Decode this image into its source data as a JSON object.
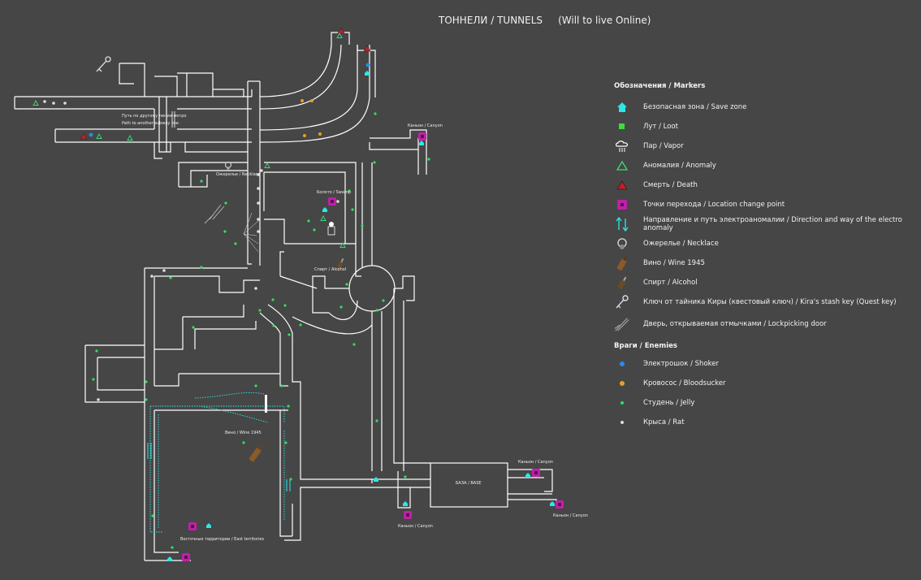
{
  "title": "ТОННЕЛИ / TUNNELS     (Will to live Online)",
  "legend": {
    "markers_heading": "Обозначения / Markers",
    "markers": [
      {
        "icon": "save-zone-icon",
        "color": "#2ee6e6",
        "label": "Безопасная зона / Save zone"
      },
      {
        "icon": "loot-icon",
        "color": "#3cdc3c",
        "label": "Лут / Loot"
      },
      {
        "icon": "vapor-icon",
        "color": "#ffffff",
        "label": "Пар / Vapor"
      },
      {
        "icon": "anomaly-icon",
        "color": "#3cdc78",
        "label": "Аномалия / Anomaly"
      },
      {
        "icon": "death-icon",
        "color": "#c0202a",
        "label": "Смерть / Death"
      },
      {
        "icon": "location-change-icon",
        "color": "#c020a8",
        "label": "Точки перехода / Location change point"
      },
      {
        "icon": "electro-arrows-icon",
        "color": "#2ee6e6",
        "label": "Направление и путь электроаномалии / Direction and way of the electro anomaly"
      },
      {
        "icon": "necklace-icon",
        "color": "#cccccc",
        "label": "Ожерелье / Necklace"
      },
      {
        "icon": "wine-icon",
        "color": "#8a5a2a",
        "label": "Вино / Wine 1945"
      },
      {
        "icon": "alcohol-icon",
        "color": "#6a4a2a",
        "label": "Спирт / Alcohol"
      },
      {
        "icon": "key-icon",
        "color": "#dddddd",
        "label": "Ключ от тайника Киры (квестовый ключ) / Kira's stash key  (Quest key)"
      },
      {
        "icon": "lockpick-icon",
        "color": "#cccccc",
        "label": "Дверь, открываемая отмычками / Lockpicking door"
      }
    ],
    "enemies_heading": "Враги / Enemies",
    "enemies": [
      {
        "icon": "shoker-icon",
        "color": "#2b8be6",
        "label": "Электрошок / Shoker"
      },
      {
        "icon": "bloodsucker-icon",
        "color": "#e6a020",
        "label": "Кровосос / Bloodsucker"
      },
      {
        "icon": "jelly-icon",
        "color": "#30e060",
        "label": "Студень / Jelly"
      },
      {
        "icon": "rat-icon",
        "color": "#dddddd",
        "label": "Крыса / Rat"
      }
    ]
  },
  "map_labels": {
    "canyon_top": "Каньон / Canyon",
    "swamp": "Болото / Swamp",
    "base": "БАЗА / BASE",
    "canyon_right_top": "Каньон / Canyon",
    "canyon_right_bottom": "Каньон / Canyon",
    "canyon_bottom": "Каньон / Canyon",
    "east_territories": "Восточные территории / East territories",
    "wine_label": "Вино / Wine 1945",
    "alcohol_label": "Спирт / Alcohol",
    "necklace_label": "Ожерелье / Necklace",
    "subway_path_1": "Путь по другому линии метро",
    "subway_path_2": "Path to another subway line"
  },
  "colors": {
    "background": "#464646",
    "tunnel": "#ffffff",
    "electro": "#2ee6e6"
  }
}
